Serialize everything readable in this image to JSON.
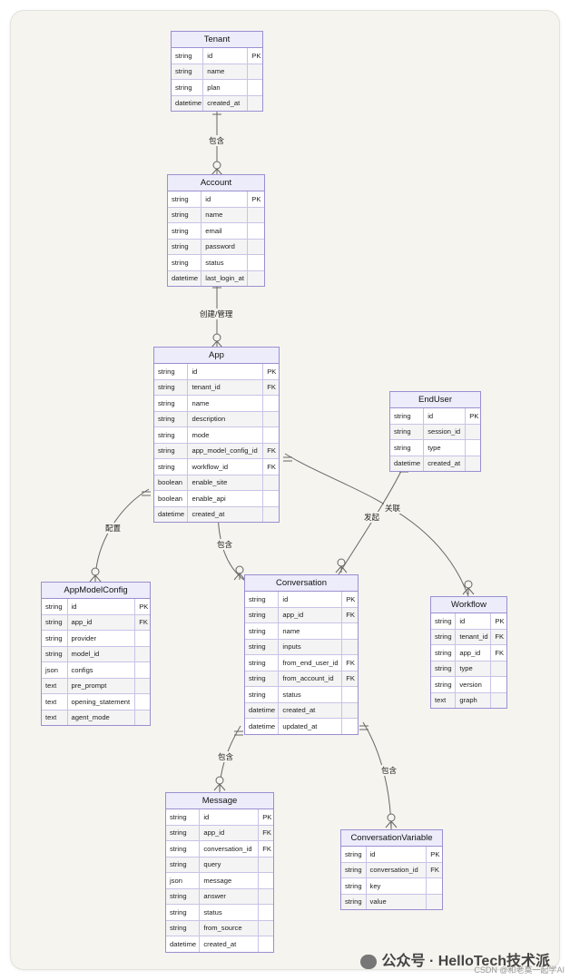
{
  "entities": [
    {
      "name": "Tenant",
      "rows": [
        [
          "string",
          "id",
          "PK"
        ],
        [
          "string",
          "name",
          ""
        ],
        [
          "string",
          "plan",
          ""
        ],
        [
          "datetime",
          "created_at",
          ""
        ]
      ]
    },
    {
      "name": "Account",
      "rows": [
        [
          "string",
          "id",
          "PK"
        ],
        [
          "string",
          "name",
          ""
        ],
        [
          "string",
          "email",
          ""
        ],
        [
          "string",
          "password",
          ""
        ],
        [
          "string",
          "status",
          ""
        ],
        [
          "datetime",
          "last_login_at",
          ""
        ]
      ]
    },
    {
      "name": "App",
      "rows": [
        [
          "string",
          "id",
          "PK"
        ],
        [
          "string",
          "tenant_id",
          "FK"
        ],
        [
          "string",
          "name",
          ""
        ],
        [
          "string",
          "description",
          ""
        ],
        [
          "string",
          "mode",
          ""
        ],
        [
          "string",
          "app_model_config_id",
          "FK"
        ],
        [
          "string",
          "workflow_id",
          "FK"
        ],
        [
          "boolean",
          "enable_site",
          ""
        ],
        [
          "boolean",
          "enable_api",
          ""
        ],
        [
          "datetime",
          "created_at",
          ""
        ]
      ]
    },
    {
      "name": "EndUser",
      "rows": [
        [
          "string",
          "id",
          "PK"
        ],
        [
          "string",
          "session_id",
          ""
        ],
        [
          "string",
          "type",
          ""
        ],
        [
          "datetime",
          "created_at",
          ""
        ]
      ]
    },
    {
      "name": "AppModelConfig",
      "rows": [
        [
          "string",
          "id",
          "PK"
        ],
        [
          "string",
          "app_id",
          "FK"
        ],
        [
          "string",
          "provider",
          ""
        ],
        [
          "string",
          "model_id",
          ""
        ],
        [
          "json",
          "configs",
          ""
        ],
        [
          "text",
          "pre_prompt",
          ""
        ],
        [
          "text",
          "opening_statement",
          ""
        ],
        [
          "text",
          "agent_mode",
          ""
        ]
      ]
    },
    {
      "name": "Conversation",
      "rows": [
        [
          "string",
          "id",
          "PK"
        ],
        [
          "string",
          "app_id",
          "FK"
        ],
        [
          "string",
          "name",
          ""
        ],
        [
          "string",
          "inputs",
          ""
        ],
        [
          "string",
          "from_end_user_id",
          "FK"
        ],
        [
          "string",
          "from_account_id",
          "FK"
        ],
        [
          "string",
          "status",
          ""
        ],
        [
          "datetime",
          "created_at",
          ""
        ],
        [
          "datetime",
          "updated_at",
          ""
        ]
      ]
    },
    {
      "name": "Workflow",
      "rows": [
        [
          "string",
          "id",
          "PK"
        ],
        [
          "string",
          "tenant_id",
          "FK"
        ],
        [
          "string",
          "app_id",
          "FK"
        ],
        [
          "string",
          "type",
          ""
        ],
        [
          "string",
          "version",
          ""
        ],
        [
          "text",
          "graph",
          ""
        ]
      ]
    },
    {
      "name": "Message",
      "rows": [
        [
          "string",
          "id",
          "PK"
        ],
        [
          "string",
          "app_id",
          "FK"
        ],
        [
          "string",
          "conversation_id",
          "FK"
        ],
        [
          "string",
          "query",
          ""
        ],
        [
          "json",
          "message",
          ""
        ],
        [
          "string",
          "answer",
          ""
        ],
        [
          "string",
          "status",
          ""
        ],
        [
          "string",
          "from_source",
          ""
        ],
        [
          "datetime",
          "created_at",
          ""
        ]
      ]
    },
    {
      "name": "ConversationVariable",
      "rows": [
        [
          "string",
          "id",
          "PK"
        ],
        [
          "string",
          "conversation_id",
          "FK"
        ],
        [
          "string",
          "key",
          ""
        ],
        [
          "string",
          "value",
          ""
        ]
      ]
    }
  ],
  "relationships": [
    {
      "from": "Tenant",
      "to": "Account",
      "label": "包含"
    },
    {
      "from": "Account",
      "to": "App",
      "label": "创建/管理"
    },
    {
      "from": "App",
      "to": "AppModelConfig",
      "label": "配置"
    },
    {
      "from": "App",
      "to": "Conversation",
      "label": "包含"
    },
    {
      "from": "EndUser",
      "to": "Conversation",
      "label": "发起"
    },
    {
      "from": "App",
      "to": "Workflow",
      "label": "关联"
    },
    {
      "from": "Conversation",
      "to": "Message",
      "label": "包含"
    },
    {
      "from": "Conversation",
      "to": "ConversationVariable",
      "label": "包含"
    }
  ],
  "footer": {
    "brand": "公众号 · HelloTech技术派",
    "csdn": "CSDN @和老莫一起学AI"
  },
  "colors": {
    "border": "#9b8fd0",
    "header": "#ececfb",
    "line": "#666666"
  }
}
